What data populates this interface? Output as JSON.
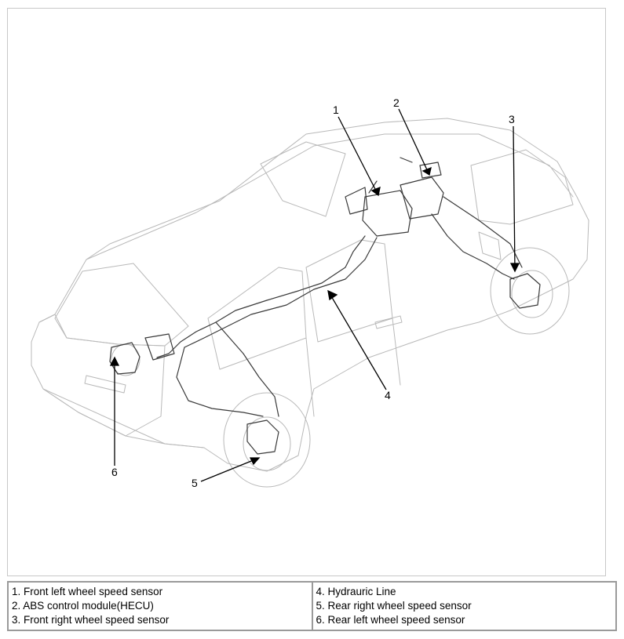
{
  "diagram": {
    "callouts": [
      {
        "num": "1"
      },
      {
        "num": "2"
      },
      {
        "num": "3"
      },
      {
        "num": "4"
      },
      {
        "num": "5"
      },
      {
        "num": "6"
      }
    ]
  },
  "legend": {
    "left": [
      "1. Front left wheel speed sensor",
      "2. ABS control module(HECU)",
      "3. Front right wheel speed sensor"
    ],
    "right": [
      "4. Hydrauric Line",
      "5. Rear right wheel speed sensor",
      "6. Rear left wheel speed sensor"
    ]
  }
}
